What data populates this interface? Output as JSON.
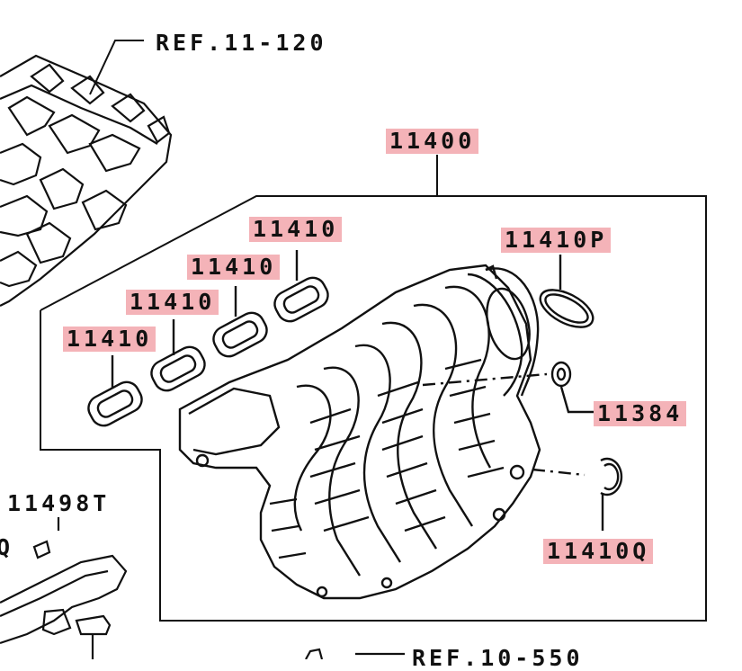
{
  "diagram": {
    "references": {
      "top": "REF.11-120",
      "bottom": "REF.10-550"
    },
    "parts": {
      "intake_manifold": "11400",
      "gasket_1": "11410",
      "gasket_2": "11410",
      "gasket_3": "11410",
      "gasket_4": "11410",
      "o_ring_p": "11410P",
      "plug": "11384",
      "o_ring_q": "11410Q",
      "bolt_t": "11498T",
      "partial_q": "Q"
    },
    "highlight_color": "#f4b3b8",
    "line_color": "#111111"
  }
}
